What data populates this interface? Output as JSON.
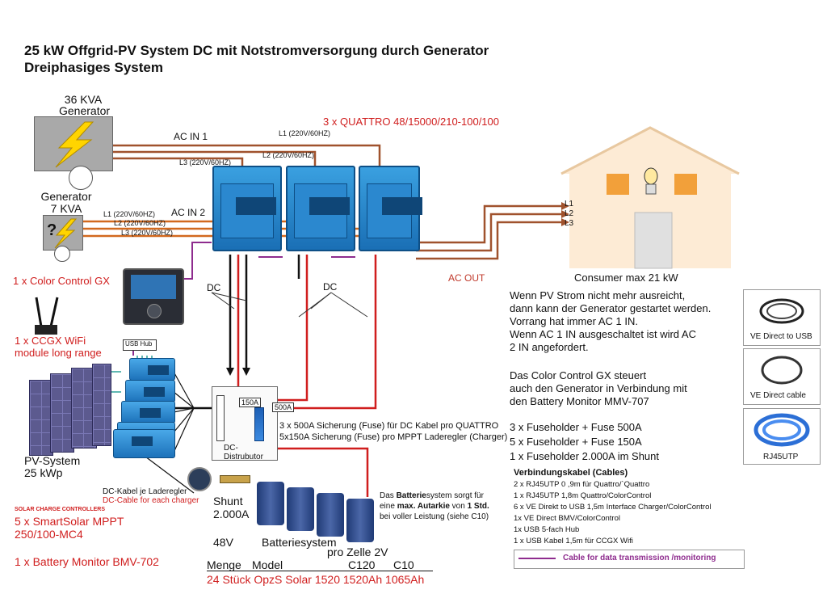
{
  "title": {
    "line1": "25 kW Offgrid-PV System DC mit Notstromversorgung durch Generator",
    "line2": "Dreiphasiges System"
  },
  "generator_big": {
    "line1": "36 KVA",
    "line2": "Generator"
  },
  "generator_small": {
    "line1": "Generator",
    "line2": "7 KVA"
  },
  "quattro_label": "3 x QUATTRO 48/15000/210-100/100",
  "acin1": {
    "label": "AC IN 1",
    "l1": "L1 (220V/60HZ)",
    "l2": "L2 (220V/60HZ)",
    "l3": "L3 (220V/60HZ)"
  },
  "acin2": {
    "label": "AC IN 2",
    "l1": "L1 (220V/60HZ)",
    "l2": "L2 (220V/60HZ)",
    "l3": "L3 (220V/60HZ)"
  },
  "house": {
    "l1": "L1",
    "l2": "L2",
    "l3": "L3",
    "consumer": "Consumer max 21 kW"
  },
  "ac_out": "AC OUT",
  "dc_left": "DC",
  "dc_right": "DC",
  "color_control": "1 x Color Control GX",
  "usb_hub": "USB Hub",
  "ccgx_wifi": {
    "line1": "1 x CCGX WiFi",
    "line2": "module long range"
  },
  "pv": {
    "line1": "PV-System",
    "line2": "25 kWp"
  },
  "dc_cable": {
    "line1": "DC-Kabel je Laderegler",
    "line2": "DC-Cable for each charger"
  },
  "solar_ctrl": {
    "header": "SOLAR CHARGE CONTROLLERS",
    "line1": "5 x SmartSolar MPPT",
    "line2": "250/100-MC4"
  },
  "bmv": "1 x Battery Monitor BMV-702",
  "shunt": {
    "line1": "Shunt",
    "line2": "2.000A"
  },
  "voltage": "48V",
  "batteriesystem": "Batteriesystem",
  "pro_zelle": "pro Zelle 2V",
  "dc_distributor": {
    "line1": "DC-",
    "line2": "Distrubutor"
  },
  "fuse150": "150A",
  "fuse500": "500A",
  "fuse_desc": {
    "line1": "3 x 500A Sicherung (Fuse) für DC Kabel pro QUATTRO",
    "line2": "5x150A Sicherung (Fuse) pro MPPT Laderegler (Charger)"
  },
  "batt_note": {
    "p1": "Das ",
    "b1": "Batterie",
    "p2": "system sorgt für",
    "l2a": "eine ",
    "l2b": "max. Autarkie",
    "l2c": " von ",
    "l2d": "1 Std.",
    "l3": "bei voller Leistung (siehe C10)"
  },
  "table": {
    "header": [
      "Menge",
      "Model",
      "C120",
      "C10"
    ],
    "row": "24 Stück OpzS Solar 1520 1520Ah 1065Ah"
  },
  "info": {
    "p1": [
      "Wenn PV Strom nicht mehr ausreicht,",
      "dann kann der Generator gestartet werden.",
      "Vorrang hat immer AC 1 IN.",
      "Wenn AC 1 IN ausgeschaltet ist wird AC",
      "2 IN angefordert."
    ],
    "p2": [
      "Das Color Control GX steuert",
      "auch den Generator in Verbindung mit",
      "den Battery Monitor MMV-707"
    ],
    "p3": [
      "3 x Fuseholder + Fuse 500A",
      "5 x Fuseholder + Fuse 150A",
      "1 x Fuseholder 2.000A im Shunt"
    ]
  },
  "cables": {
    "header": "Verbindungskabel (Cables)",
    "items": [
      "2 x  RJ45UTP 0 ,9m für Quattro/`Quattro",
      "1 x  RJ45UTP 1,8m Quattro/ColorControl",
      "6 x  VE Direkt to USB 1,5m Interface Charger/ColorControl",
      "1x   VE Direct BMV/ColorControl",
      "1x   USB 5-fach Hub",
      "1 x  USB Kabel 1,5m für CCGX Wifi"
    ]
  },
  "legend": "Cable for data transmission /monitoring",
  "products": {
    "ve_usb": "VE Direct to USB",
    "ve_cable": "VE Direct cable",
    "rj45": "RJ45UTP"
  },
  "colors": {
    "accent_red": "#d01e1e",
    "ac_brown": "#a0522d",
    "data_purple": "#8e2c8e",
    "dc_black": "#111111"
  }
}
